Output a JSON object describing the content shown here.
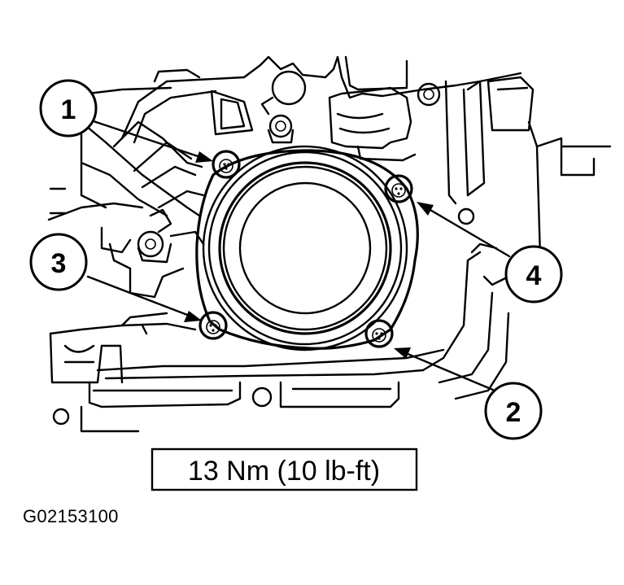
{
  "callouts": [
    {
      "id": "1",
      "label": "1"
    },
    {
      "id": "2",
      "label": "2"
    },
    {
      "id": "3",
      "label": "3"
    },
    {
      "id": "4",
      "label": "4"
    }
  ],
  "torque_spec": "13 Nm (10 lb-ft)",
  "figure_id": "G02153100",
  "colors": {
    "ink": "#000000",
    "paper": "#ffffff"
  }
}
